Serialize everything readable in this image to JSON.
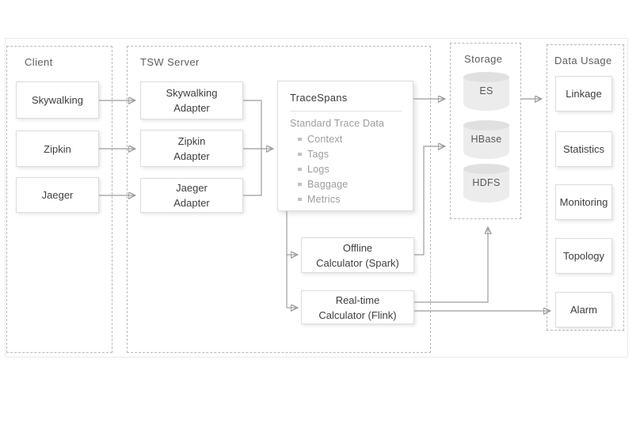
{
  "sections": {
    "client": {
      "title": "Client",
      "items": [
        "Skywalking",
        "Zipkin",
        "Jaeger"
      ]
    },
    "tsw_server": {
      "title": "TSW Server",
      "adapters": [
        {
          "line1": "Skywalking",
          "line2": "Adapter"
        },
        {
          "line1": "Zipkin",
          "line2": "Adapter"
        },
        {
          "line1": "Jaeger",
          "line2": "Adapter"
        }
      ],
      "trace_spans": {
        "title": "TraceSpans",
        "subtitle": "Standard Trace Data",
        "items": [
          "Context",
          "Tags",
          "Logs",
          "Baggage",
          "Metrics"
        ]
      },
      "offline_calculator": {
        "line1": "Offline",
        "line2": "Calculator (Spark)"
      },
      "realtime_calculator": {
        "line1": "Real-time",
        "line2": "Calculator (Flink)"
      }
    },
    "storage": {
      "title": "Storage",
      "databases": [
        "ES",
        "HBase",
        "HDFS"
      ]
    },
    "data_usage": {
      "title": "Data Usage",
      "items": [
        "Linkage",
        "Statistics",
        "Monitoring",
        "Topology",
        "Alarm"
      ]
    }
  },
  "colors": {
    "box_border": "#dcdcdc",
    "dashed_border": "#b9b9b9",
    "arrow": "#9c9c9c",
    "cylinder_fill": "#ececec",
    "cylinder_top": "#e0e0e0",
    "text_primary": "#3e3e3e",
    "text_muted": "#9d9d9d",
    "section_title": "#5e5e5e"
  }
}
